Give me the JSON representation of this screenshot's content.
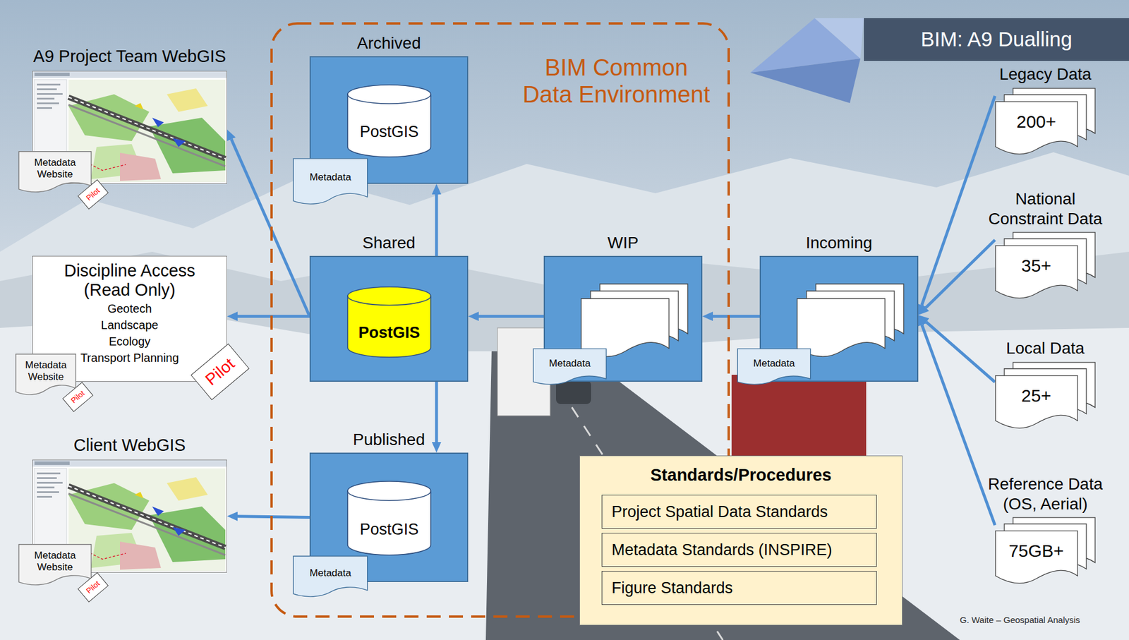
{
  "diagram": {
    "title": "BIM: A9 Dualling",
    "nodes": [
      {
        "text": [
          "BIM Common Data Environment"
        ]
      },
      {
        "text": [
          "Archived"
        ],
        "in": 0
      },
      {
        "text": [
          "PostGIS"
        ],
        "in": 1
      },
      {
        "text": [
          "Metadata"
        ],
        "in": 1
      },
      {
        "text": [
          "Shared"
        ],
        "in": 0
      },
      {
        "text": [
          "PostGIS"
        ],
        "in": 4
      },
      {
        "text": [
          "WIP"
        ],
        "in": 0
      },
      {
        "text": [
          "Metadata"
        ],
        "in": 6
      },
      {
        "text": [
          "Published"
        ],
        "in": 0
      },
      {
        "text": [
          "PostGIS"
        ],
        "in": 8
      },
      {
        "text": [
          "Metadata"
        ],
        "in": 8
      },
      {
        "text": [
          "A9 Project Team WebGIS"
        ]
      },
      {
        "text": [
          "Metadata Website"
        ],
        "in": 11
      },
      {
        "text": [
          "Pilot"
        ],
        "in": 12
      },
      {
        "text": [
          "Discipline Access (Read Only)",
          "Geotech",
          "Landscape",
          "Ecology",
          "Transport Planning"
        ]
      },
      {
        "text": [
          "Metadata Website"
        ],
        "in": 14
      },
      {
        "text": [
          "Pilot"
        ],
        "in": 15
      },
      {
        "text": [
          "Pilot"
        ],
        "in": 14
      },
      {
        "text": [
          "Client WebGIS"
        ]
      },
      {
        "text": [
          "Metadata Website"
        ],
        "in": 18
      },
      {
        "text": [
          "Pilot"
        ],
        "in": 19
      },
      {
        "text": [
          "Incoming"
        ]
      },
      {
        "text": [
          "Metadata"
        ],
        "in": 21
      },
      {
        "text": [
          "Legacy Data",
          "200+"
        ]
      },
      {
        "text": [
          "National Constraint Data",
          "35+"
        ]
      },
      {
        "text": [
          "Local Data",
          "25+"
        ]
      },
      {
        "text": [
          "Reference Data (OS, Aerial)",
          "75GB+"
        ]
      },
      {
        "text": [
          "Standards/Procedures"
        ]
      },
      {
        "text": [
          "Project Spatial Data Standards"
        ],
        "in": 27
      },
      {
        "text": [
          "Metadata Standards (INSPIRE)"
        ],
        "in": 27
      },
      {
        "text": [
          "Figure Standards"
        ],
        "in": 27
      }
    ],
    "edges": [
      {
        "from": 23,
        "to": 21,
        "arrow": "to"
      },
      {
        "from": 24,
        "to": 21,
        "arrow": "to"
      },
      {
        "from": 25,
        "to": 21,
        "arrow": "to"
      },
      {
        "from": 26,
        "to": 21,
        "arrow": "to"
      },
      {
        "from": 21,
        "to": 6,
        "arrow": "to"
      },
      {
        "from": 6,
        "to": 4,
        "arrow": "to"
      },
      {
        "from": 4,
        "to": 1,
        "arrow": "to"
      },
      {
        "from": 4,
        "to": 8,
        "arrow": "to"
      },
      {
        "from": 4,
        "to": 11,
        "arrow": "to"
      },
      {
        "from": 4,
        "to": 14,
        "arrow": "to"
      },
      {
        "from": 8,
        "to": 18,
        "arrow": "to"
      }
    ],
    "labels": [
      "G. Waite – Geospatial Analysis"
    ]
  }
}
